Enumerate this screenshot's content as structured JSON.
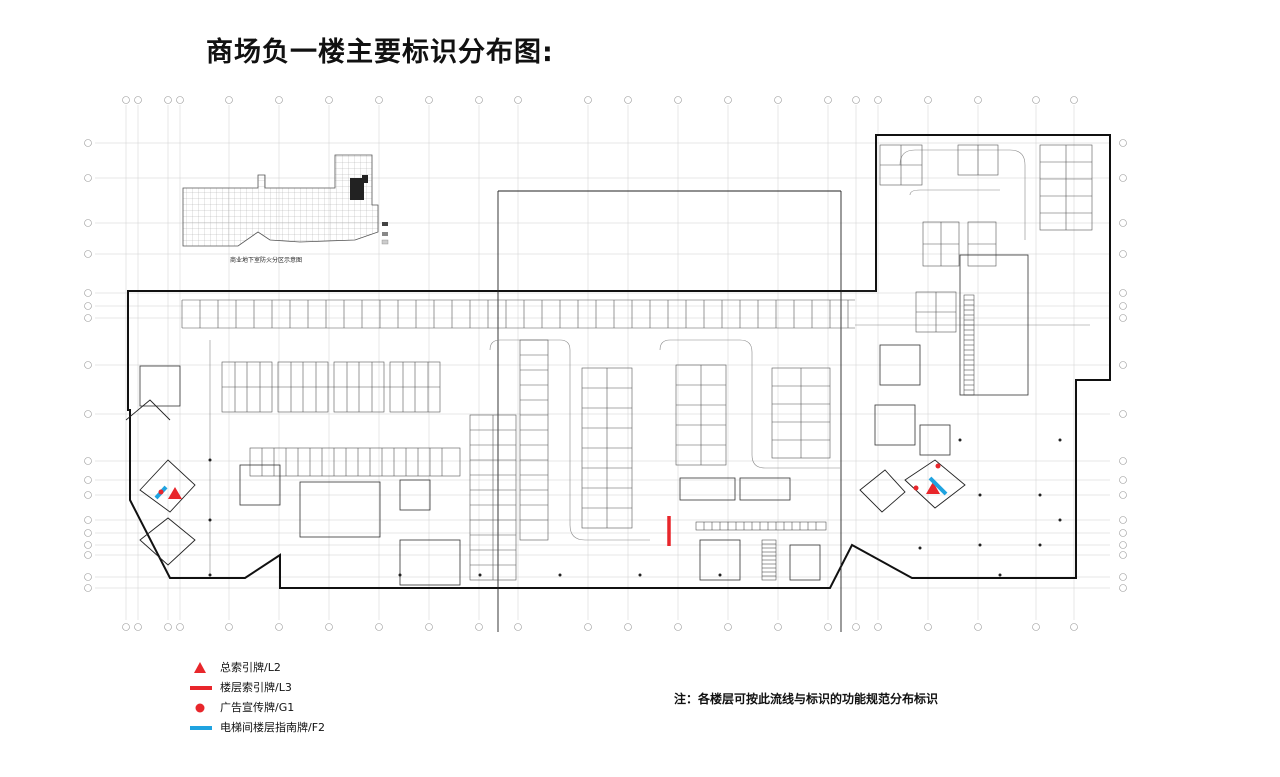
{
  "title": "商场负一楼主要标识分布图:",
  "inset_caption": "商业地下室防火分区示意图",
  "note": "注：各楼层可按此流线与标识的功能规范分布标识",
  "legend": [
    {
      "symbol": "triangle",
      "color": "#e8262b",
      "label": "总索引牌/L2"
    },
    {
      "symbol": "red-bar",
      "color": "#e8262b",
      "label": "楼层索引牌/L3"
    },
    {
      "symbol": "dot",
      "color": "#e8262b",
      "label": "广告宣传牌/G1"
    },
    {
      "symbol": "blue-bar",
      "color": "#1fa3e0",
      "label": "电梯间楼层指南牌/F2"
    }
  ],
  "colors": {
    "sign_red": "#e8262b",
    "sign_blue": "#1fa3e0",
    "line": "#222222",
    "thin": "#777777"
  }
}
